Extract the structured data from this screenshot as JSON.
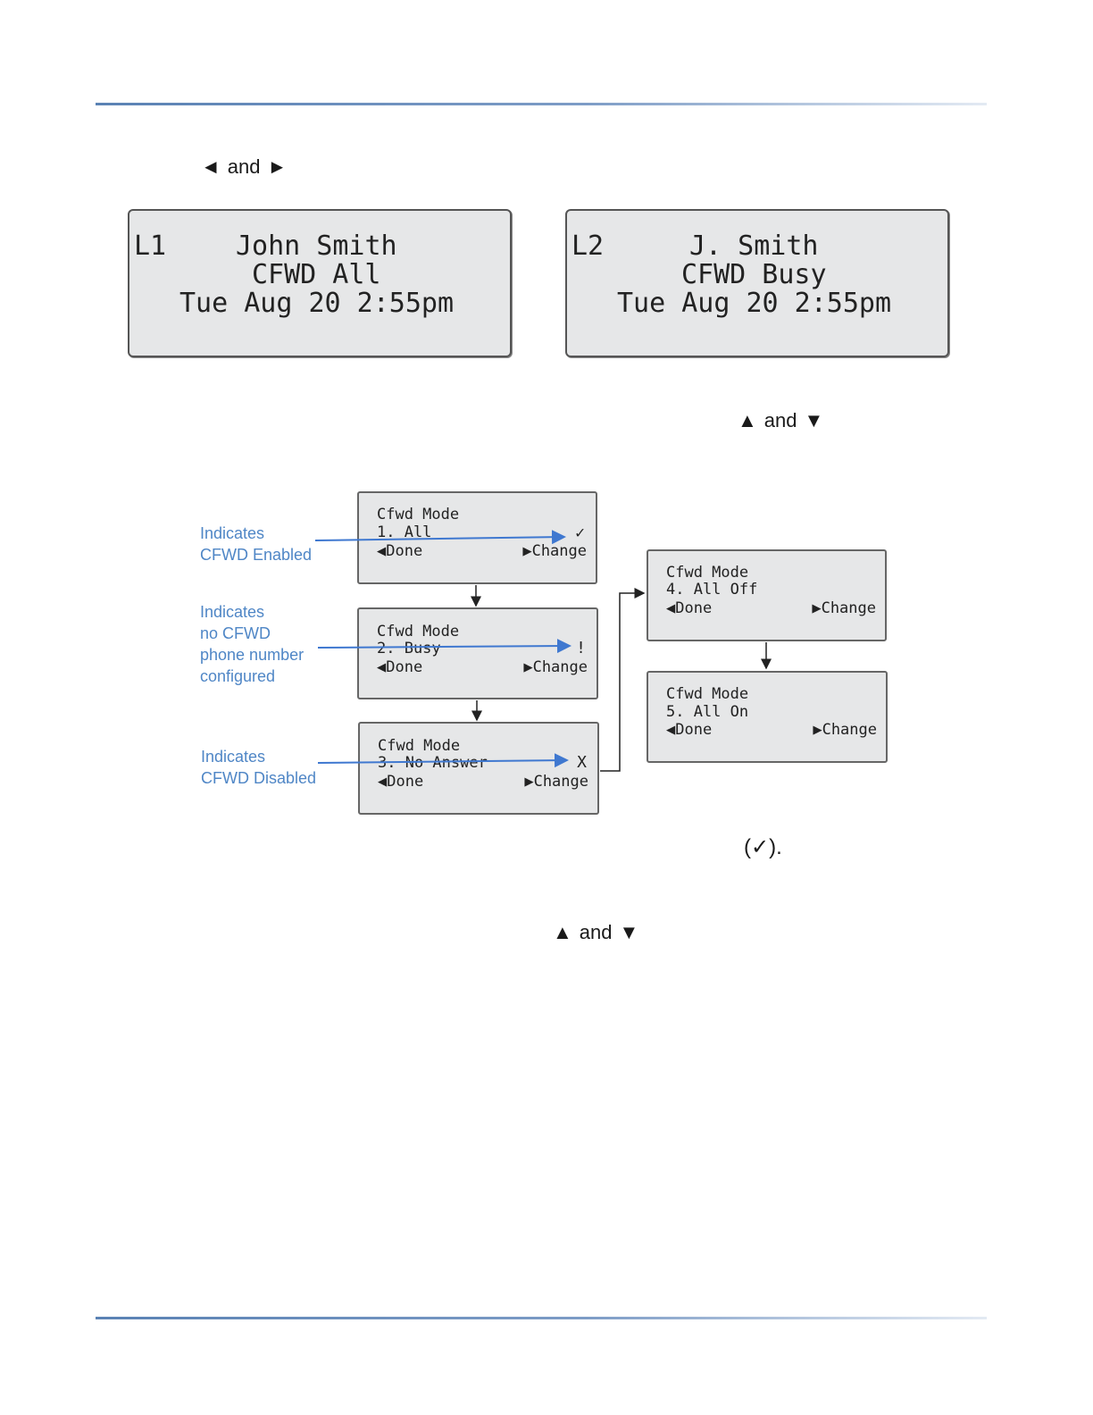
{
  "page": {
    "nav_line": {
      "left_glyph": "◄",
      "text": "and",
      "right_glyph": "►"
    },
    "updown_line_1": {
      "up_glyph": "▲",
      "text": "and",
      "down_glyph": "▼"
    },
    "updown_line_2": {
      "up_glyph": "▲",
      "text": "and",
      "down_glyph": "▼"
    },
    "check_ref": "(✓)."
  },
  "screens": [
    {
      "line_key": "L1",
      "name": "John Smith",
      "status": "CFWD All",
      "date": "Tue Aug 20 2:55pm"
    },
    {
      "line_key": "L2",
      "name": "J. Smith",
      "status": "CFWD Busy",
      "date": "Tue Aug 20 2:55pm"
    }
  ],
  "menus": [
    {
      "title": "Cfwd Mode",
      "option": "1. All",
      "mark": "✓",
      "left_key": "◀Done",
      "right_key": "▶Change"
    },
    {
      "title": "Cfwd Mode",
      "option": "2. Busy",
      "mark": "!",
      "left_key": "◀Done",
      "right_key": "▶Change"
    },
    {
      "title": "Cfwd Mode",
      "option": "3. No Answer",
      "mark": "X",
      "left_key": "◀Done",
      "right_key": "▶Change"
    },
    {
      "title": "Cfwd Mode",
      "option": "4. All Off",
      "mark": "",
      "left_key": "◀Done",
      "right_key": "▶Change"
    },
    {
      "title": "Cfwd Mode",
      "option": "5. All On",
      "mark": "",
      "left_key": "◀Done",
      "right_key": "▶Change"
    }
  ],
  "annotations": [
    {
      "lines": [
        "Indicates",
        "CFWD Enabled"
      ]
    },
    {
      "lines": [
        "Indicates",
        "no CFWD",
        "phone number",
        "configured"
      ]
    },
    {
      "lines": [
        "Indicates",
        "CFWD Disabled"
      ]
    }
  ],
  "colors": {
    "annotation": "#4f86c6",
    "rule": "#5a82b4",
    "lcd_bg": "#e6e7e8"
  }
}
